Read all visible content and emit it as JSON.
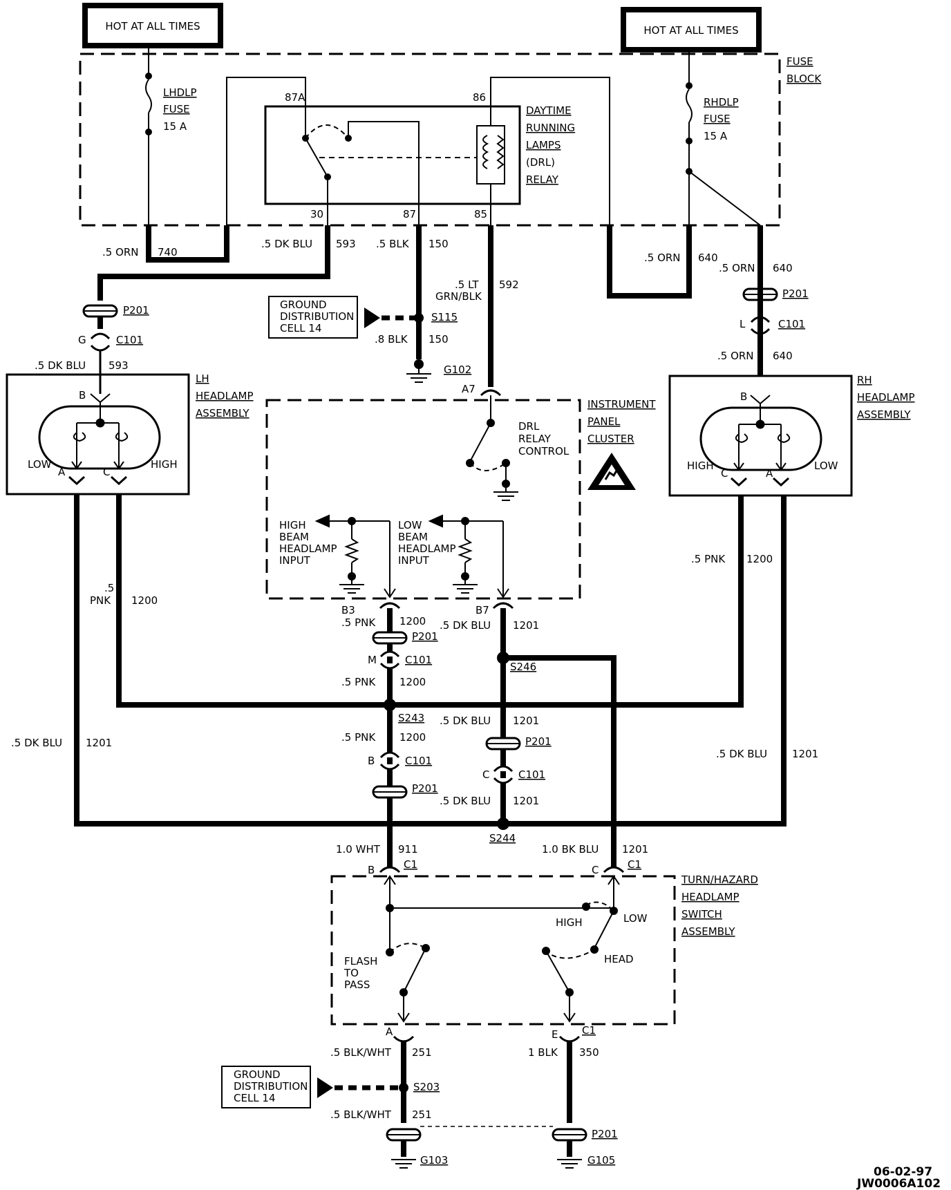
{
  "banners": {
    "left": "HOT AT ALL TIMES",
    "right": "HOT AT ALL TIMES"
  },
  "fuse_block": {
    "line1": "FUSE",
    "line2": "BLOCK"
  },
  "lh_fuse": {
    "l1": "LHDLP",
    "l2": "FUSE",
    "l3": "15 A"
  },
  "rh_fuse": {
    "l1": "RHDLP",
    "l2": "FUSE",
    "l3": "15 A"
  },
  "relay": {
    "l1": "DAYTIME",
    "l2": "RUNNING",
    "l3": "LAMPS",
    "l4": "(DRL)",
    "l5": "RELAY",
    "pin_87a": "87A",
    "pin_86": "86",
    "pin_30": "30",
    "pin_87": "87",
    "pin_85": "85"
  },
  "wires": {
    "w740_size": ".5 ORN",
    "w740_num": "740",
    "w593_size": ".5 DK BLU",
    "w593_num": "593",
    "w150_size": ".5 BLK",
    "w150_num": "150",
    "w592_size1": ".5 LT",
    "w592_size2": "GRN/BLK",
    "w592_num": "592",
    "w640a_size": ".5 ORN",
    "w640a_num": "640",
    "w640b_size": ".5 ORN",
    "w640b_num": "640",
    "w640c_size": ".5 ORN",
    "w640c_num": "640",
    "w150b_size": ".8 BLK",
    "w150b_num": "150",
    "w593b_size": ".5 DK BLU",
    "w593b_num": "593",
    "lh1200_size1": ".5",
    "lh1200_size2": "PNK",
    "lh1200_num": "1200",
    "lh1201_size": ".5 DK BLU",
    "lh1201_num": "1201",
    "rh1200_size": ".5 PNK",
    "rh1200_num": "1200",
    "rh1201_size": ".5 DK BLU",
    "rh1201_num": "1201",
    "b3_size": ".5 PNK",
    "b3_num": "1200",
    "c1200a_size": ".5 PNK",
    "c1200a_num": "1200",
    "c1200b_size": ".5 PNK",
    "c1200b_num": "1200",
    "b7_size": ".5 DK BLU",
    "b7_num": "1201",
    "c1201a_size": ".5 DK BLU",
    "c1201a_num": "1201",
    "c1201b_size": ".5 DK BLU",
    "c1201b_num": "1201",
    "w911_size": "1.0 WHT",
    "w911_num": "911",
    "w1201c_size": "1.0 BK BLU",
    "w1201c_num": "1201",
    "w251a_size": ".5 BLK/WHT",
    "w251a_num": "251",
    "w251b_size": ".5 BLK/WHT",
    "w251b_num": "251",
    "w350_size": "1 BLK",
    "w350_num": "350"
  },
  "connectors": {
    "p201": "P201",
    "c101": "C101",
    "c1": "C1",
    "pin_g": "G",
    "pin_l": "L",
    "pin_m": "M",
    "pin_b": "B",
    "pin_c": "C",
    "pin_a7": "A7",
    "pin_b3": "B3",
    "pin_b7": "B7",
    "pin_a": "A",
    "pin_e": "E"
  },
  "splices": {
    "s115": "S115",
    "s246": "S246",
    "s243": "S243",
    "s244": "S244",
    "s203": "S203"
  },
  "grounds": {
    "g102": "G102",
    "g103": "G103",
    "g105": "G105"
  },
  "ground_dist_top": {
    "l1": "GROUND",
    "l2": "DISTRIBUTION",
    "l3": "CELL 14"
  },
  "ground_dist_bot": {
    "l1": "GROUND",
    "l2": "DISTRIBUTION",
    "l3": "CELL 14"
  },
  "lh_headlamp": {
    "l1": "LH",
    "l2": "HEADLAMP",
    "l3": "ASSEMBLY",
    "pin_b": "B",
    "pin_a": "A",
    "pin_c": "C",
    "low": "LOW",
    "high": "HIGH"
  },
  "rh_headlamp": {
    "l1": "RH",
    "l2": "HEADLAMP",
    "l3": "ASSEMBLY",
    "pin_b": "B",
    "pin_c": "C",
    "pin_a": "A",
    "high": "HIGH",
    "low": "LOW"
  },
  "cluster": {
    "l1": "INSTRUMENT",
    "l2": "PANEL",
    "l3": "CLUSTER",
    "drl1": "DRL",
    "drl2": "RELAY",
    "drl3": "CONTROL",
    "hb1": "HIGH",
    "hb2": "BEAM",
    "hb3": "HEADLAMP",
    "hb4": "INPUT",
    "lb1": "LOW",
    "lb2": "BEAM",
    "lb3": "HEADLAMP",
    "lb4": "INPUT"
  },
  "switch": {
    "l1": "TURN/HAZARD",
    "l2": "HEADLAMP",
    "l3": "SWITCH",
    "l4": "ASSEMBLY",
    "ftp1": "FLASH",
    "ftp2": "TO",
    "ftp3": "PASS",
    "high": "HIGH",
    "low": "LOW",
    "head": "HEAD"
  },
  "footer": {
    "date": "06-02-97",
    "code": "JW0006A102"
  }
}
